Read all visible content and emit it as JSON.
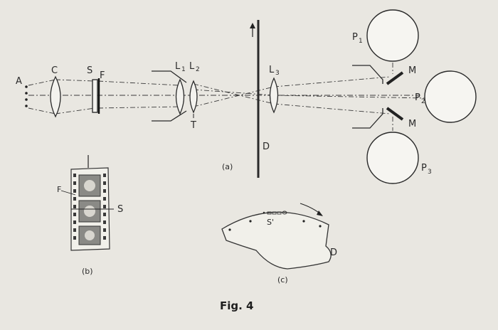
{
  "labels": {
    "A": "A",
    "C": "C",
    "S": "S",
    "F": "F",
    "L1": "L",
    "L1_sub": "1",
    "L2": "L",
    "L2_sub": "2",
    "T": "T",
    "L3": "L",
    "L3_sub": "3",
    "D": "D",
    "M_top": "M",
    "M_bottom": "M",
    "P1": "P",
    "P1_sub": "1",
    "P2": "P",
    "P2_sub": "2",
    "P3": "P",
    "P3_sub": "3",
    "part_a": "(a)",
    "part_b": "(b)",
    "part_c": "(c)",
    "inset_b_F": "F",
    "inset_b_S": "S",
    "inset_c_S": "S'",
    "inset_c_D": "D"
  },
  "caption": "Fig. 4"
}
